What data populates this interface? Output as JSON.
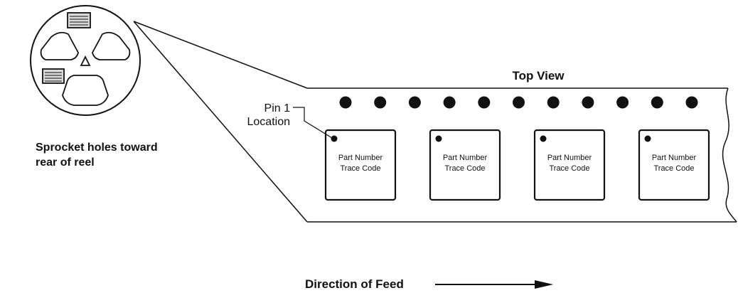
{
  "labels": {
    "top_view": "Top View",
    "pin1_line1": "Pin 1",
    "pin1_line2": "Location",
    "sprocket_line1": "Sprocket holes toward",
    "sprocket_line2": "rear of reel",
    "direction": "Direction of Feed"
  },
  "components": [
    {
      "line1": "Part Number",
      "line2": "Trace Code"
    },
    {
      "line1": "Part Number",
      "line2": "Trace Code"
    },
    {
      "line1": "Part Number",
      "line2": "Trace Code"
    },
    {
      "line1": "Part Number",
      "line2": "Trace Code"
    }
  ],
  "sprocket_hole_count": 11,
  "colors": {
    "ink": "#111111",
    "background": "#ffffff",
    "label_fill": "#d9d9d9"
  }
}
